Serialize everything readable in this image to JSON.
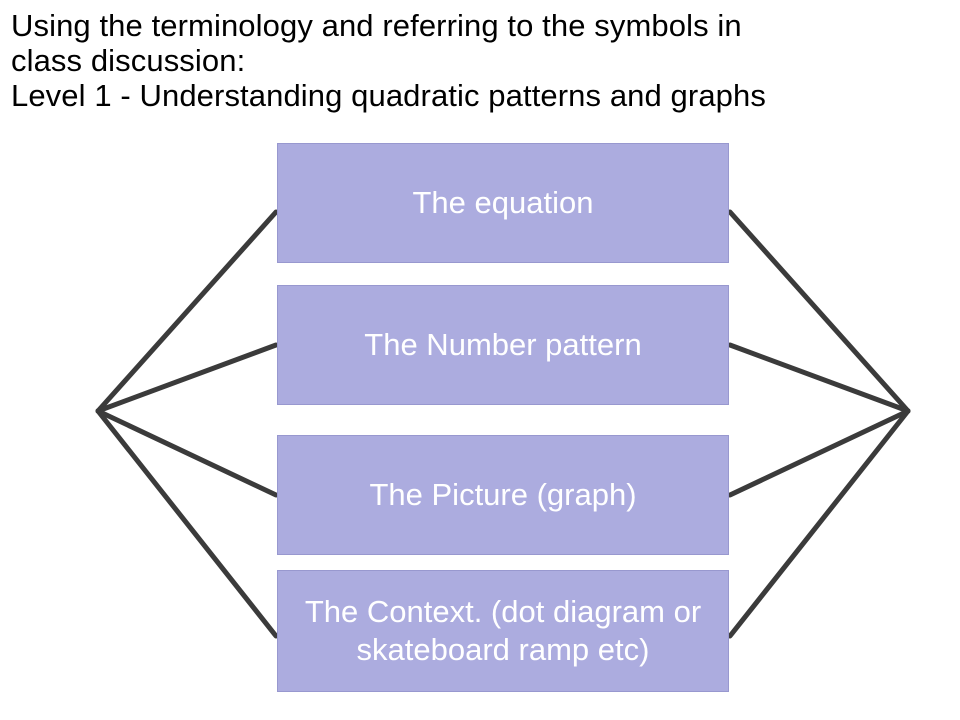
{
  "heading": {
    "line1": "Using the terminology and referring to the symbols in",
    "line2": "class discussion:",
    "line3": "Level 1 - Understanding quadratic patterns and graphs"
  },
  "boxes": [
    {
      "label": "The equation"
    },
    {
      "label": "The Number pattern"
    },
    {
      "label": "The Picture (graph)"
    },
    {
      "label": "The Context. (dot diagram or skateboard ramp etc)"
    }
  ],
  "colors": {
    "box_fill": "#acacdf",
    "box_text": "#ffffff",
    "connector": "#3b3b3b",
    "heading_text": "#000000"
  }
}
